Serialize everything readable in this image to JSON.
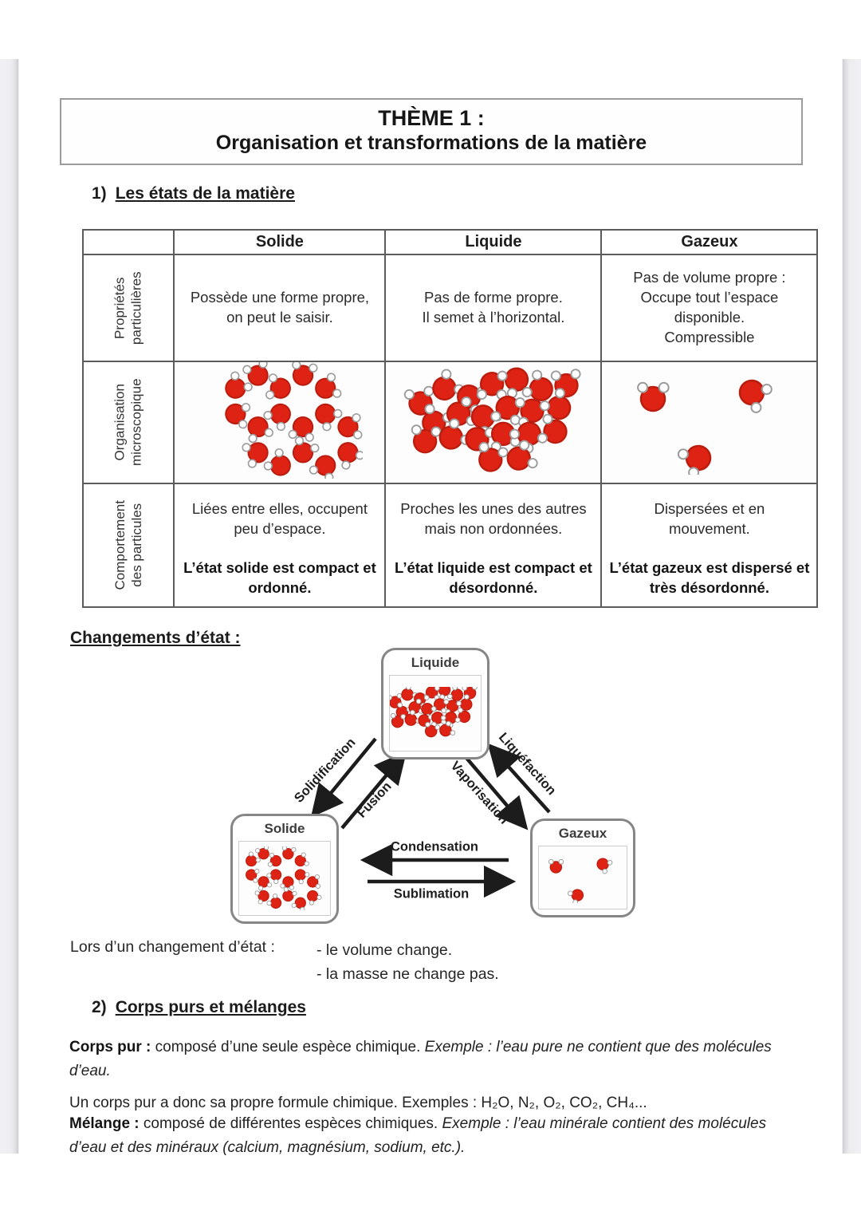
{
  "header": {
    "title_line1": "THÈME 1 :",
    "title_line2": "Organisation et transformations de la matière"
  },
  "section1": {
    "number": "1)",
    "title": "Les états de la matière"
  },
  "table": {
    "headers": [
      "Solide",
      "Liquide",
      "Gazeux"
    ],
    "row_labels": [
      "Propriétés\nparticulières",
      "Organisation\nmicroscopique",
      "Comportement\ndes particules"
    ],
    "properties": {
      "solide": "Possède une forme propre,\non peut le saisir.",
      "liquide": "Pas de forme propre.\nIl semet à l’horizontal.",
      "gazeux": "Pas de volume propre :\nOccupe tout l’espace\ndisponible.\nCompressible"
    },
    "illustrations": {
      "solide": "ordered-molecule-lattice",
      "liquide": "disordered-molecule-cluster",
      "gazeux": "dispersed-molecules"
    },
    "behavior": {
      "solide": "Liées entre elles, occupent\npeu d’espace.",
      "solide_bold": "L’état solide est compact et\nordonné.",
      "liquide": "Proches les unes des autres\nmais non ordonnées.",
      "liquide_bold": "L’état liquide est compact et\ndésordonné.",
      "gazeux": "Dispersées et en\nmouvement.",
      "gazeux_bold": "L’état gazeux est dispersé et\ntrès désordonné."
    }
  },
  "changes": {
    "heading": "Changements d’état :",
    "states": {
      "liquide": "Liquide",
      "solide": "Solide",
      "gazeux": "Gazeux"
    },
    "transitions": {
      "solidification": "Solidification",
      "fusion": "Fusion",
      "vaporisation": "Vaporisation",
      "liquefaction": "Liquéfaction",
      "condensation": "Condensation",
      "sublimation": "Sublimation"
    },
    "note_label": "Lors d’un changement d’état :",
    "note_items": [
      "- le volume change.",
      "- la masse ne change pas."
    ]
  },
  "section2": {
    "number": "2)",
    "title": "Corps purs et mélanges"
  },
  "corps_pur": {
    "term": "Corps pur :",
    "definition": " composé d’une seule espèce chimique. ",
    "example": "Exemple : l’eau pure ne contient que des molécules d’eau.",
    "line2": "Un corps pur a donc sa propre formule chimique. Exemples : H₂O, N₂, O₂, CO₂, CH₄..."
  },
  "melange": {
    "term": "Mélange :",
    "definition": " composé de différentes espèces chimiques. ",
    "example": "Exemple : l’eau minérale contient des molécules d’eau et des minéraux (calcium, magnésium, sodium, etc.)."
  },
  "colors": {
    "molecule_red": "#dd2314",
    "molecule_rim": "#b81b0e",
    "arrow_black": "#1c1c1c"
  }
}
